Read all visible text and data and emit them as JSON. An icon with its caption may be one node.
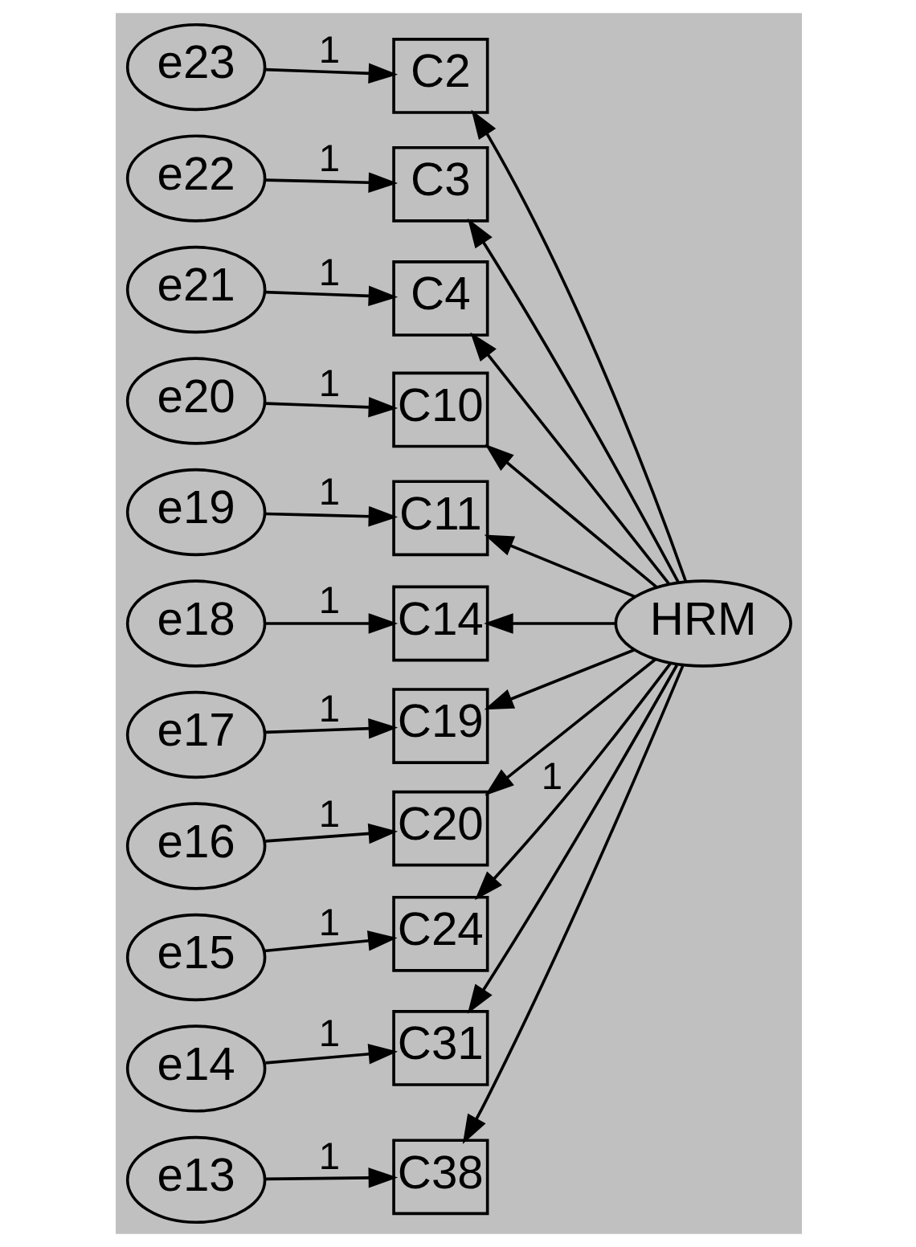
{
  "diagram": {
    "nodes": [
      {
        "text": [
          "e23"
        ]
      },
      {
        "text": [
          "C2"
        ]
      },
      {
        "text": [
          "e22"
        ]
      },
      {
        "text": [
          "C3"
        ]
      },
      {
        "text": [
          "e21"
        ]
      },
      {
        "text": [
          "C4"
        ]
      },
      {
        "text": [
          "e20"
        ]
      },
      {
        "text": [
          "C10"
        ]
      },
      {
        "text": [
          "e19"
        ]
      },
      {
        "text": [
          "C11"
        ]
      },
      {
        "text": [
          "e18"
        ]
      },
      {
        "text": [
          "C14"
        ]
      },
      {
        "text": [
          "e17"
        ]
      },
      {
        "text": [
          "C19"
        ]
      },
      {
        "text": [
          "e16"
        ]
      },
      {
        "text": [
          "C20"
        ]
      },
      {
        "text": [
          "e15"
        ]
      },
      {
        "text": [
          "C24"
        ]
      },
      {
        "text": [
          "e14"
        ]
      },
      {
        "text": [
          "C31"
        ]
      },
      {
        "text": [
          "e13"
        ]
      },
      {
        "text": [
          "C38"
        ]
      },
      {
        "text": [
          "HRM"
        ]
      }
    ],
    "edges": [
      {
        "from": 0,
        "to": 1,
        "arrow": "to",
        "label": "1"
      },
      {
        "from": 2,
        "to": 3,
        "arrow": "to",
        "label": "1"
      },
      {
        "from": 4,
        "to": 5,
        "arrow": "to",
        "label": "1"
      },
      {
        "from": 6,
        "to": 7,
        "arrow": "to",
        "label": "1"
      },
      {
        "from": 8,
        "to": 9,
        "arrow": "to",
        "label": "1"
      },
      {
        "from": 10,
        "to": 11,
        "arrow": "to",
        "label": "1"
      },
      {
        "from": 12,
        "to": 13,
        "arrow": "to",
        "label": "1"
      },
      {
        "from": 14,
        "to": 15,
        "arrow": "to",
        "label": "1"
      },
      {
        "from": 16,
        "to": 17,
        "arrow": "to",
        "label": "1"
      },
      {
        "from": 18,
        "to": 19,
        "arrow": "to",
        "label": "1"
      },
      {
        "from": 20,
        "to": 21,
        "arrow": "to",
        "label": "1"
      },
      {
        "from": 22,
        "to": 1,
        "arrow": "to"
      },
      {
        "from": 22,
        "to": 3,
        "arrow": "to"
      },
      {
        "from": 22,
        "to": 5,
        "arrow": "to"
      },
      {
        "from": 22,
        "to": 7,
        "arrow": "to"
      },
      {
        "from": 22,
        "to": 9,
        "arrow": "to"
      },
      {
        "from": 22,
        "to": 11,
        "arrow": "to"
      },
      {
        "from": 22,
        "to": 13,
        "arrow": "to"
      },
      {
        "from": 22,
        "to": 15,
        "arrow": "to"
      },
      {
        "from": 22,
        "to": 17,
        "arrow": "to",
        "label": "1"
      },
      {
        "from": 22,
        "to": 19,
        "arrow": "to"
      },
      {
        "from": 22,
        "to": 21,
        "arrow": "to"
      }
    ]
  }
}
